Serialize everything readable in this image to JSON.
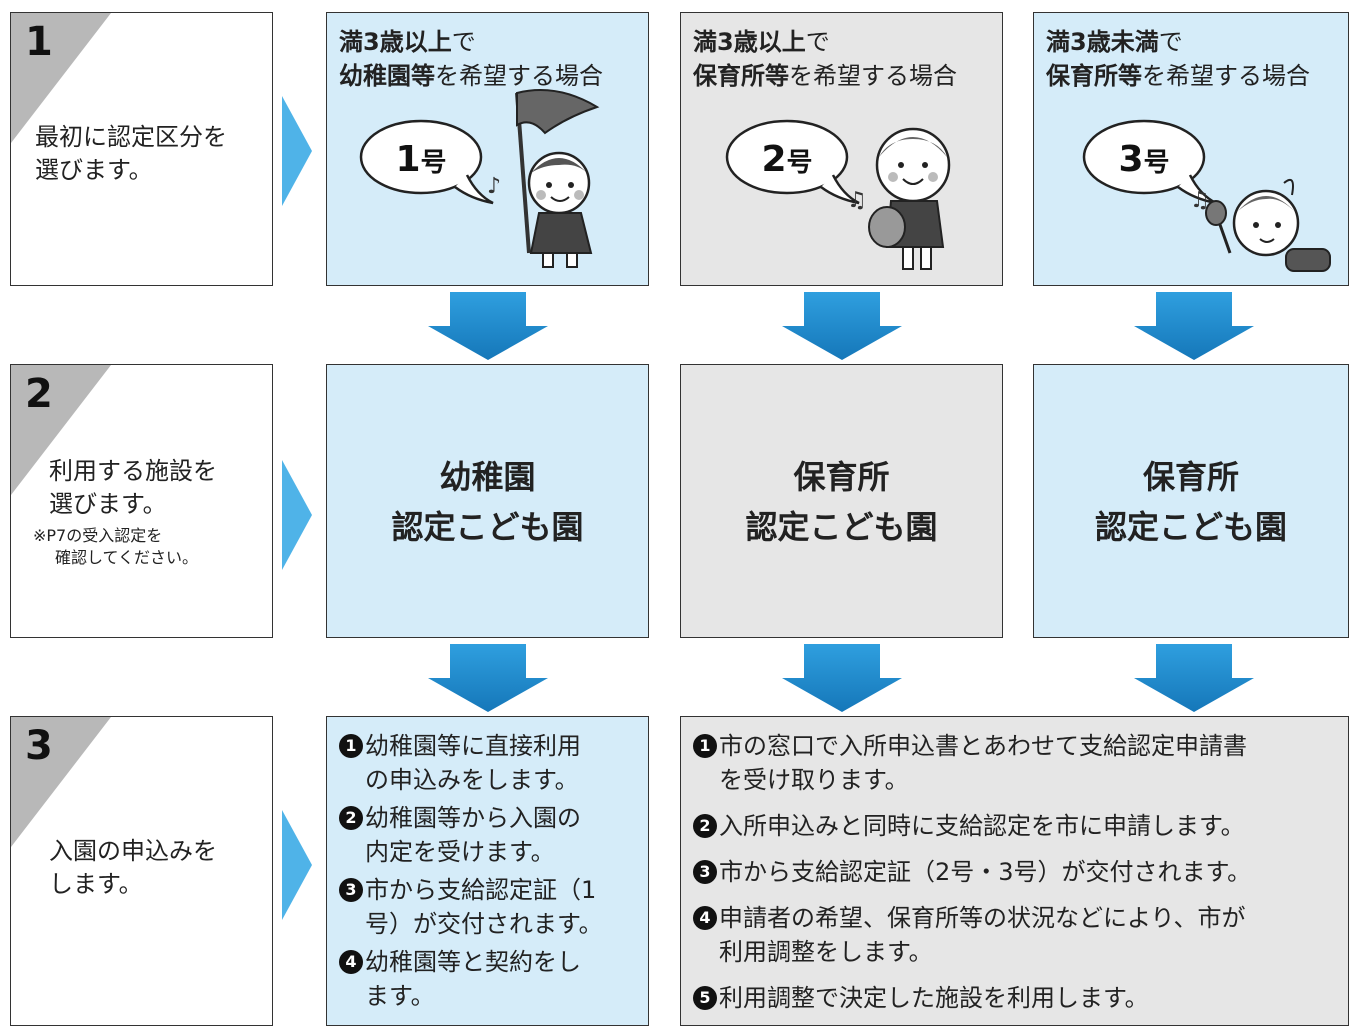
{
  "steps": [
    {
      "number": "1",
      "lines": [
        "最初に認定区分を",
        "選びます。"
      ],
      "note": []
    },
    {
      "number": "2",
      "lines": [
        "利用する施設を",
        "選びます。"
      ],
      "note": [
        "※P7の受入認定を",
        "確認してください。"
      ]
    },
    {
      "number": "3",
      "lines": [
        "入園の申込みを",
        "します。"
      ],
      "note": []
    }
  ],
  "categories": [
    {
      "line1_bold": "満3歳以上",
      "line1_rest": "で",
      "line2_bold": "幼稚園等",
      "line2_rest": "を希望する場合",
      "badge_num": "1",
      "badge_unit": "号"
    },
    {
      "line1_bold": "満3歳以上",
      "line1_rest": "で",
      "line2_bold": "保育所等",
      "line2_rest": "を希望する場合",
      "badge_num": "2",
      "badge_unit": "号"
    },
    {
      "line1_bold": "満3歳未満",
      "line1_rest": "で",
      "line2_bold": "保育所等",
      "line2_rest": "を希望する場合",
      "badge_num": "3",
      "badge_unit": "号"
    }
  ],
  "facilities": [
    {
      "line1": "幼稚園",
      "line2": "認定こども園"
    },
    {
      "line1": "保育所",
      "line2": "認定こども園"
    },
    {
      "line1": "保育所",
      "line2": "認定こども園"
    }
  ],
  "procedure_kindergarten": [
    {
      "marker": "1",
      "lines": [
        "幼稚園等に直接利用",
        "の申込みをします。"
      ]
    },
    {
      "marker": "2",
      "lines": [
        "幼稚園等から入園の",
        "内定を受けます。"
      ]
    },
    {
      "marker": "3",
      "lines": [
        "市から支給認定証（1",
        "号）が交付されます。"
      ]
    },
    {
      "marker": "4",
      "lines": [
        "幼稚園等と契約をし",
        "ます。"
      ]
    }
  ],
  "procedure_nursery": [
    {
      "marker": "1",
      "lines": [
        "市の窓口で入所申込書とあわせて支給認定申請書",
        "を受け取ります。"
      ]
    },
    {
      "marker": "2",
      "lines": [
        "入所申込みと同時に支給認定を市に申請します。"
      ]
    },
    {
      "marker": "3",
      "lines": [
        "市から支給認定証（2号・3号）が交付されます。"
      ]
    },
    {
      "marker": "4",
      "lines": [
        "申請者の希望、保育所等の状況などにより、市が",
        "利用調整をします。"
      ]
    },
    {
      "marker": "5",
      "lines": [
        "利用調整で決定した施設を利用します。"
      ]
    }
  ],
  "colors": {
    "blue_panel": "#d5ecf9",
    "gray_panel": "#e6e6e6",
    "arrow_blue": "#1e8fd0",
    "chevron_blue": "#4fb3e8"
  }
}
